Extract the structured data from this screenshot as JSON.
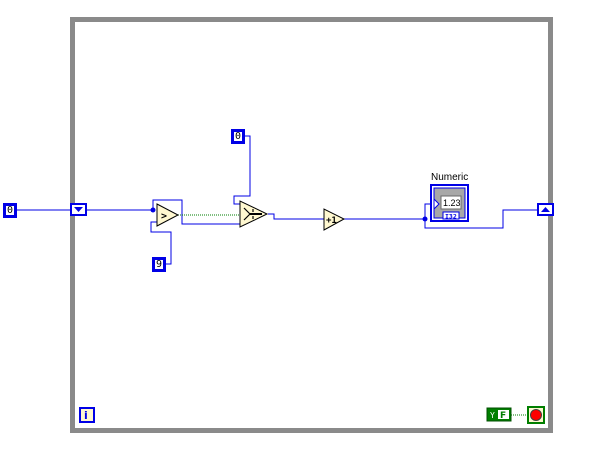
{
  "diagram": {
    "constants": {
      "initial_value": "0",
      "compare_value": "9",
      "select_false_value": "0"
    },
    "nodes": {
      "greater_than": {
        "symbol": ">",
        "kind": "greater-than"
      },
      "select": {
        "kind": "select"
      },
      "increment": {
        "symbol": "+1",
        "kind": "increment"
      }
    },
    "indicator": {
      "label": "Numeric",
      "display": "1.23",
      "type": "I32"
    },
    "loop": {
      "iteration_terminal": "i",
      "stop_condition": "F"
    },
    "colors": {
      "wire_numeric": "#0000e6",
      "wire_boolean": "#007f00",
      "frame": "#8a8a8a",
      "node_fill": "#fff8d0",
      "stop_red": "#ff0000"
    }
  }
}
